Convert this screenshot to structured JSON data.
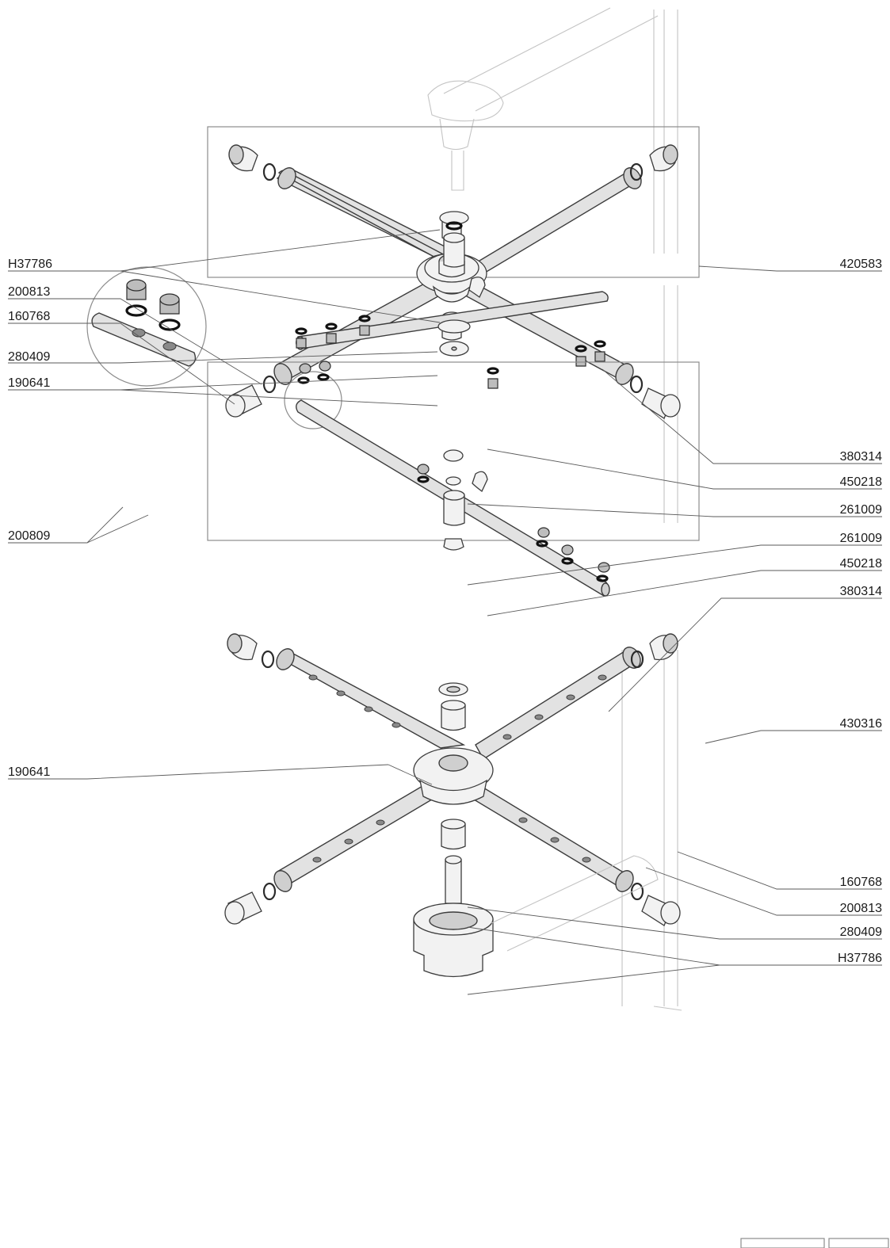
{
  "callouts": {
    "top_left": [
      "H37786",
      "200813",
      "160768"
    ],
    "top_right": "420583",
    "mid_left": [
      "280409",
      "190641"
    ],
    "mid_right": [
      "380314",
      "450218",
      "261009"
    ],
    "inset_left": "200809",
    "lower_right": [
      "261009",
      "450218",
      "380314",
      "430316"
    ],
    "lower_left": "190641",
    "bottom_right": [
      "160768",
      "200813",
      "280409",
      "H37786"
    ]
  },
  "colors": {
    "line": "#3c3c3c",
    "frame": "#8c8c8c",
    "tube_fill": "#e2e2e2",
    "background": "#ffffff"
  }
}
